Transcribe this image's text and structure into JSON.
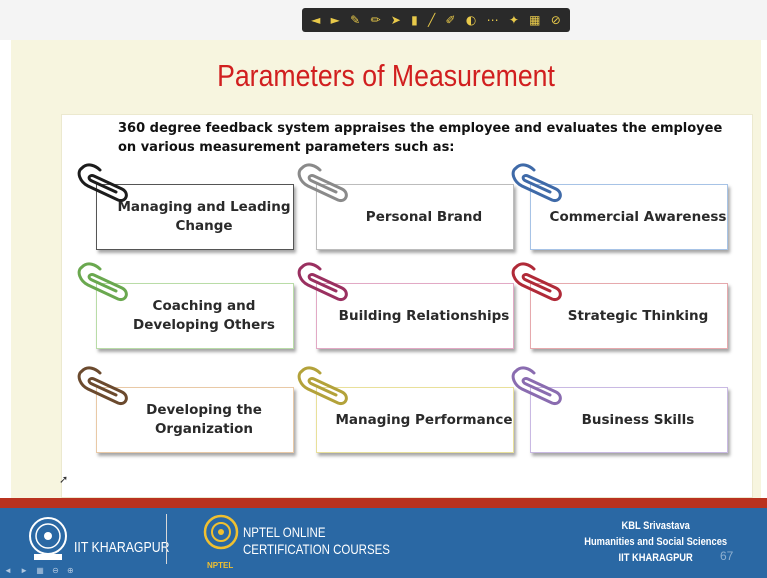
{
  "toolbar": {
    "buttons": [
      {
        "icon": "prev-icon",
        "glyph": "◄"
      },
      {
        "icon": "next-icon",
        "glyph": "►"
      },
      {
        "icon": "pointer-icon",
        "glyph": "✎"
      },
      {
        "icon": "pen-icon",
        "glyph": "✏"
      },
      {
        "icon": "arrow-icon",
        "glyph": "➤"
      },
      {
        "icon": "highlighter-icon",
        "glyph": "▮"
      },
      {
        "icon": "line-icon",
        "glyph": "╱"
      },
      {
        "icon": "marker-icon",
        "glyph": "✐"
      },
      {
        "icon": "eraser-icon",
        "glyph": "◐"
      },
      {
        "icon": "dots-icon",
        "glyph": "⋯"
      },
      {
        "icon": "laser-icon",
        "glyph": "✦"
      },
      {
        "icon": "grid-icon",
        "glyph": "▦"
      },
      {
        "icon": "menu-icon",
        "glyph": "⊘"
      }
    ]
  },
  "slide": {
    "title": "Parameters of Measurement",
    "intro": "360 degree feedback system appraises the employee and evaluates the employee on various measurement parameters such as:",
    "cards": [
      {
        "label": "Managing and Leading Change",
        "clip_color": "#1c1c1c"
      },
      {
        "label": "Personal Brand",
        "clip_color": "#8a8a8a"
      },
      {
        "label": "Commercial Awareness",
        "clip_color": "#3f6aa8"
      },
      {
        "label": "Coaching and Developing Others",
        "clip_color": "#6aa84f"
      },
      {
        "label": "Building Relationships",
        "clip_color": "#9a3060"
      },
      {
        "label": "Strategic Thinking",
        "clip_color": "#b02a38"
      },
      {
        "label": "Developing the Organization",
        "clip_color": "#6b4a2e"
      },
      {
        "label": "Managing Performance",
        "clip_color": "#b3a23a"
      },
      {
        "label": "Business Skills",
        "clip_color": "#8a6cb0"
      }
    ]
  },
  "footer": {
    "institute": "IIT KHARAGPUR",
    "nptel_line1": "NPTEL ONLINE",
    "nptel_line2": "CERTIFICATION COURSES",
    "nptel_small": "NPTEL",
    "speaker_name": "KBL Srivastava",
    "speaker_dept": "Humanities and Social Sciences",
    "speaker_inst": "IIT KHARAGPUR",
    "page_number": "67"
  }
}
